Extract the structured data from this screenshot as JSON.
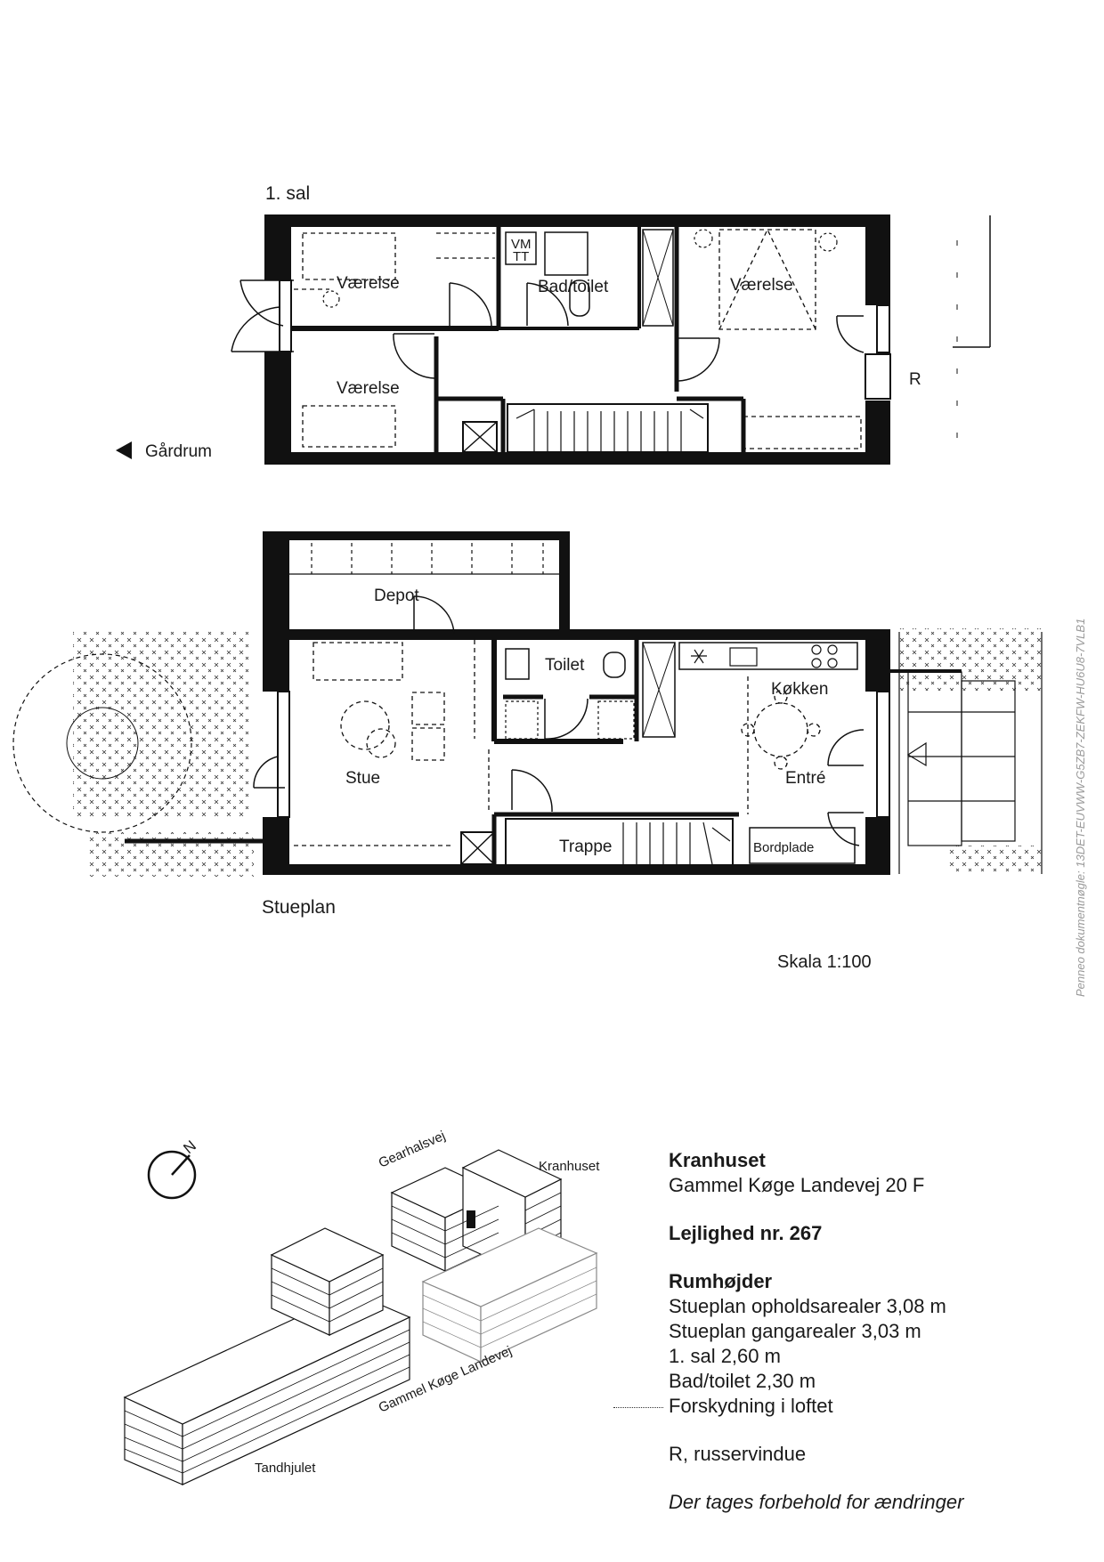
{
  "floor_upper": {
    "title": "1. sal",
    "rooms": {
      "vaerelse_1": "Værelse",
      "vaerelse_2": "Værelse",
      "vaerelse_3": "Værelse",
      "bad": "Bad/toilet",
      "vm": "VM",
      "tt": "TT"
    },
    "marker_r": "R",
    "gaardrum": "Gårdrum"
  },
  "floor_ground": {
    "title": "Stueplan",
    "rooms": {
      "depot": "Depot",
      "toilet": "Toilet",
      "koekken": "Køkken",
      "stue": "Stue",
      "entre": "Entré",
      "trappe": "Trappe",
      "bordplade": "Bordplade"
    }
  },
  "scale": "Skala 1:100",
  "side_code": "Penneo dokumentnøgle: 13DET-EUVWW-G5ZB7-ZEKFW-HU6U8-7VLB1",
  "site": {
    "north": "N",
    "streets": {
      "gearhalsvej": "Gearhalsvej",
      "kranhuset": "Kranhuset",
      "gammel_koege": "Gammel Køge Landevej",
      "tandhjulet": "Tandhjulet"
    }
  },
  "info": {
    "building": "Kranhuset",
    "address": "Gammel Køge Landevej 20 F",
    "apartment": "Lejlighed nr. 267",
    "heights_title": "Rumhøjder",
    "heights": [
      "Stueplan opholdsarealer 3,08 m",
      "Stueplan gangarealer 3,03 m",
      "1. sal 2,60 m",
      "Bad/toilet 2,30 m"
    ],
    "offset_note": "Forskydning i loftet",
    "r_note": "R, russervindue",
    "disclaimer": "Der tages forbehold for ændringer"
  }
}
